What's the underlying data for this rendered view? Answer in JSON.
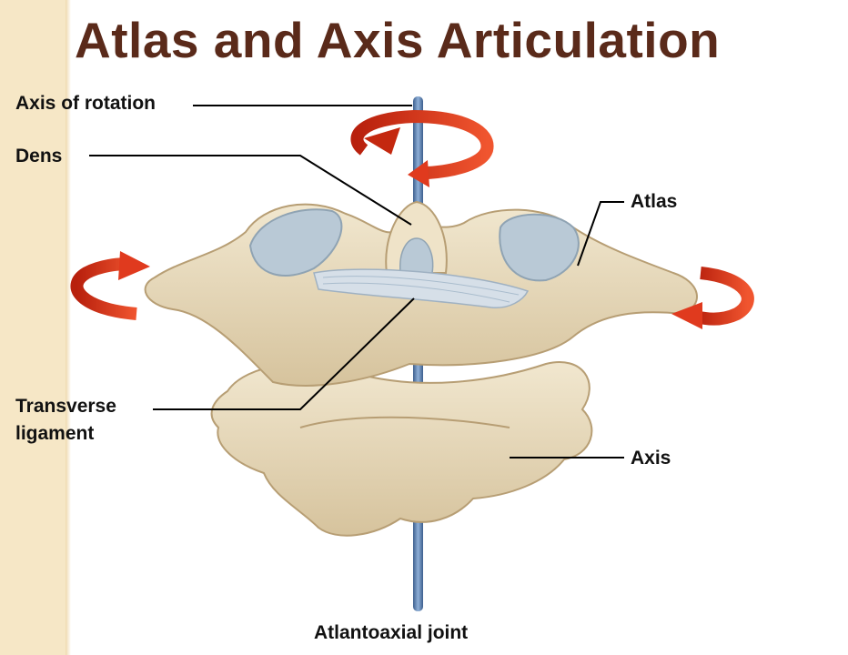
{
  "slide": {
    "title": "Atlas and Axis Articulation"
  },
  "labels": {
    "axis_of_rotation": "Axis of rotation",
    "dens": "Dens",
    "atlas": "Atlas",
    "transverse_ligament_line1": "Transverse",
    "transverse_ligament_line2": "ligament",
    "axis": "Axis",
    "atlantoaxial_joint": "Atlantoaxial joint"
  },
  "colors": {
    "title": "#5a2a1a",
    "side_band": "#f6e7c6",
    "bone": "#e8dcc0",
    "bone_shadow": "#c9b48d",
    "cartilage": "#b9c9d6",
    "rod": "#5a7fae",
    "arrow": "#e03a1e"
  }
}
